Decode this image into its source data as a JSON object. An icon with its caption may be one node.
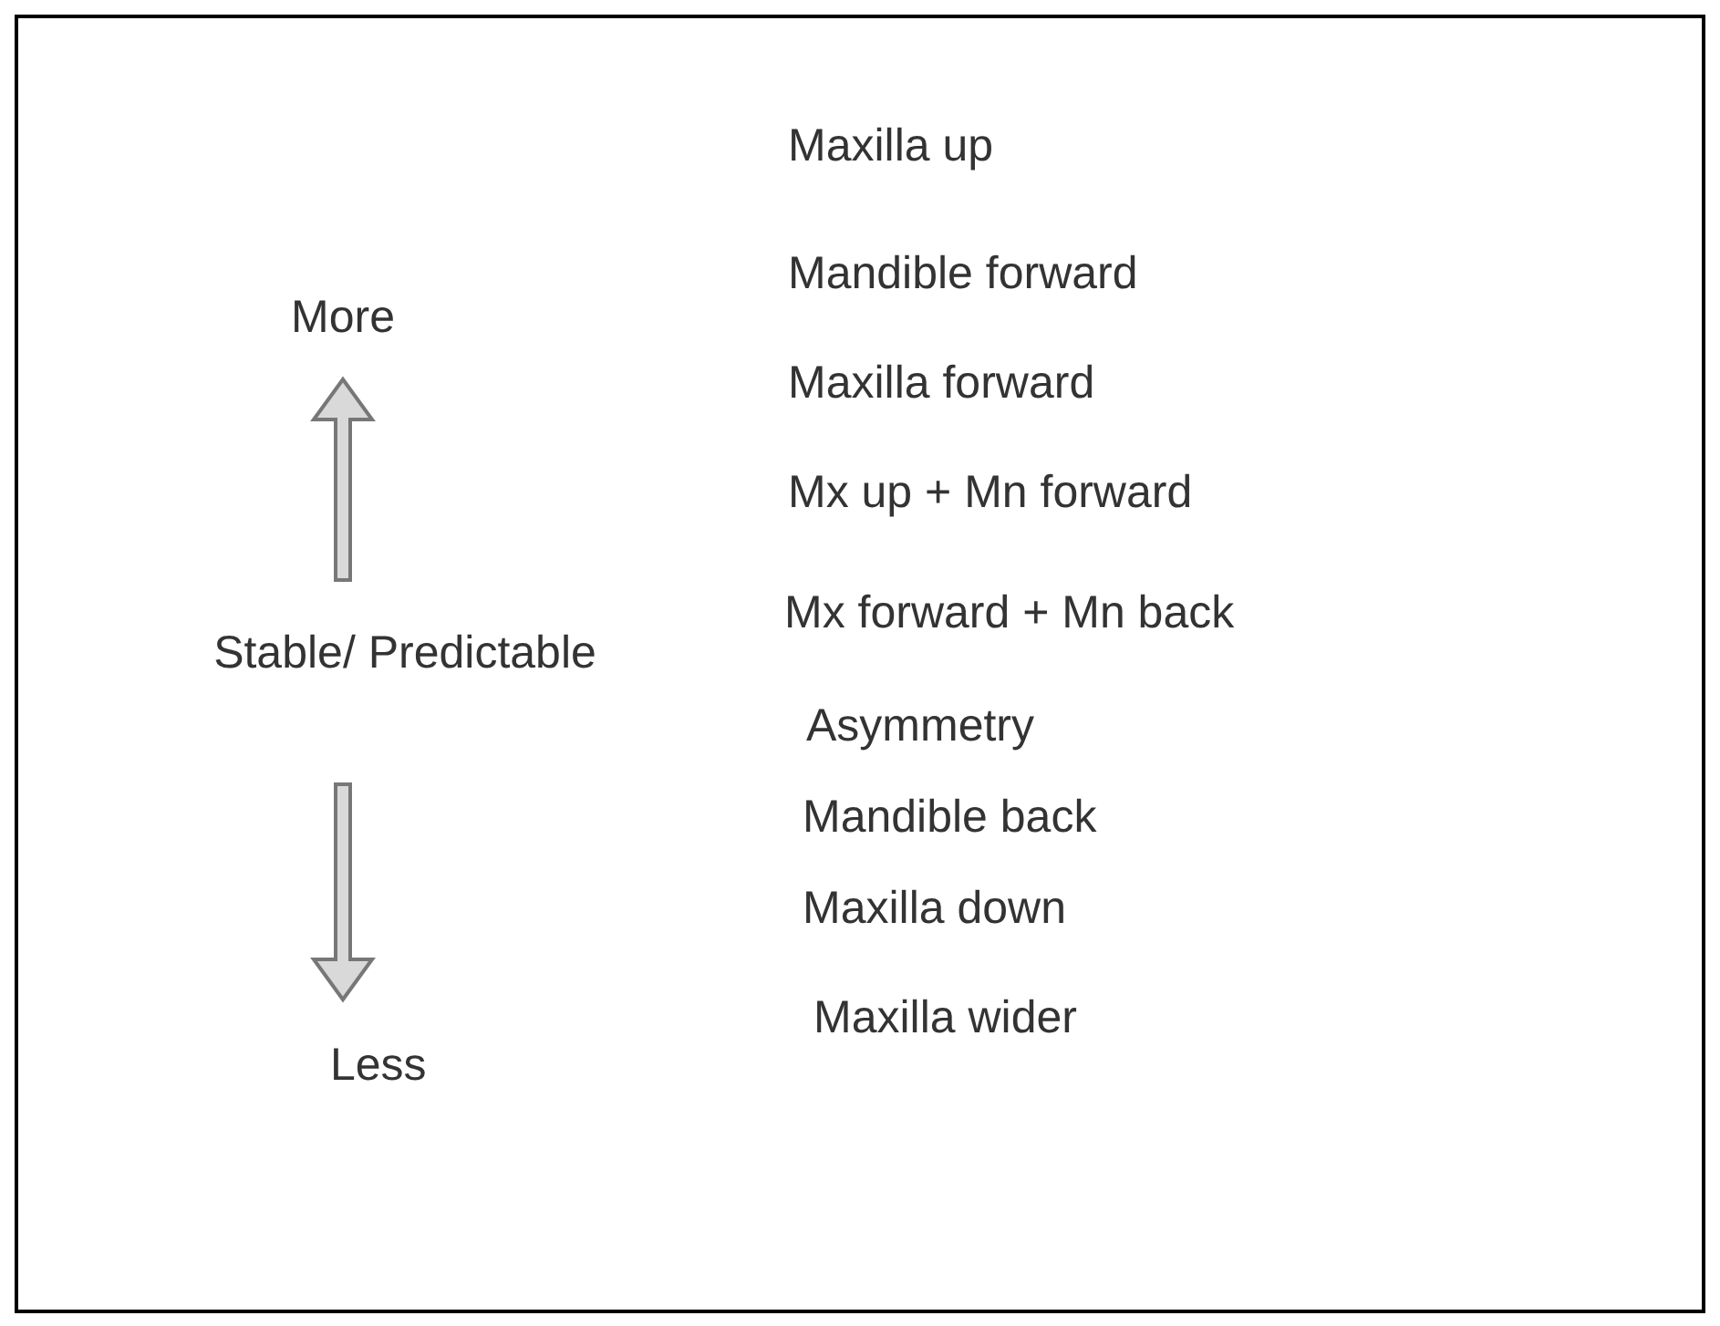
{
  "diagram": {
    "labels": [
      "More",
      "Stable/ Predictable",
      "Less",
      "Maxilla up",
      "Mandible forward",
      "Maxilla forward",
      "Mx up + Mn forward",
      "Mx forward + Mn back",
      "Asymmetry",
      "Mandible back",
      "Maxilla down",
      "Maxilla wider"
    ]
  }
}
